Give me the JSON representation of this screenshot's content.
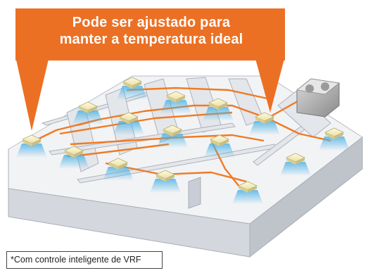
{
  "callout": {
    "line1": "Pode ser ajustado para",
    "line2": "manter a temperatura ideal",
    "color": "#ec7024"
  },
  "footnote": {
    "text": "*Com controle inteligente de VRF"
  },
  "colors": {
    "pipe": "#f07a22",
    "floor": "#f2f3f5",
    "wall_top": "#e9ecf0",
    "wall_side": "#c7ccd3",
    "cool_air": "#4fb3e6",
    "indoor_unit": "#f6f0c8"
  }
}
